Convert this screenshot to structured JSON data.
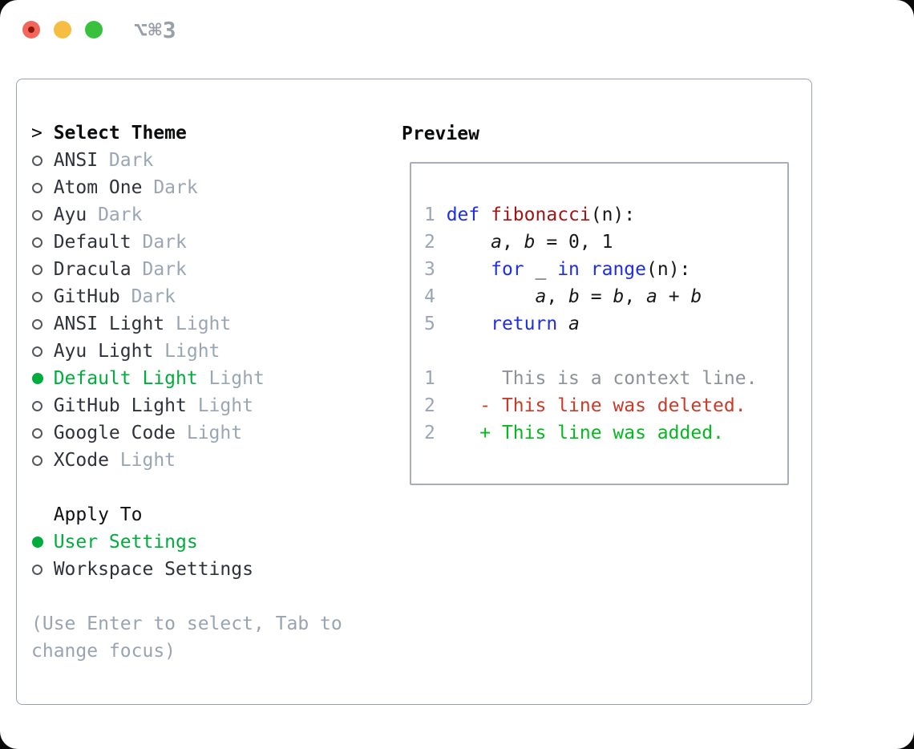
{
  "window": {
    "title": "⌥⌘3"
  },
  "titlebar": {
    "buttons": [
      "close",
      "minimize",
      "zoom"
    ]
  },
  "theme_menu": {
    "prompt": ">",
    "heading": "Select Theme",
    "items": [
      {
        "name": "ANSI",
        "variant": "Dark",
        "selected": false
      },
      {
        "name": "Atom One",
        "variant": "Dark",
        "selected": false
      },
      {
        "name": "Ayu",
        "variant": "Dark",
        "selected": false
      },
      {
        "name": "Default",
        "variant": "Dark",
        "selected": false
      },
      {
        "name": "Dracula",
        "variant": "Dark",
        "selected": false
      },
      {
        "name": "GitHub",
        "variant": "Dark",
        "selected": false
      },
      {
        "name": "ANSI Light",
        "variant": "Light",
        "selected": false
      },
      {
        "name": "Ayu Light",
        "variant": "Light",
        "selected": false
      },
      {
        "name": "Default Light",
        "variant": "Light",
        "selected": true
      },
      {
        "name": "GitHub Light",
        "variant": "Light",
        "selected": false
      },
      {
        "name": "Google Code",
        "variant": "Light",
        "selected": false
      },
      {
        "name": "XCode",
        "variant": "Light",
        "selected": false
      }
    ]
  },
  "apply_to": {
    "heading": "Apply To",
    "options": [
      {
        "label": "User Settings",
        "selected": true
      },
      {
        "label": "Workspace Settings",
        "selected": false
      }
    ]
  },
  "hint": {
    "lines": [
      "(Use Enter to select, Tab to",
      "change focus)"
    ]
  },
  "preview": {
    "heading": "Preview",
    "lines": [
      [
        {
          "t": "1 ",
          "s": "ln"
        },
        {
          "t": "def",
          "s": "kw"
        },
        {
          "t": " ",
          "s": "pln"
        },
        {
          "t": "fibonacci",
          "s": "fn"
        },
        {
          "t": "(n):",
          "s": "pln"
        }
      ],
      [
        {
          "t": "2 ",
          "s": "ln"
        },
        {
          "t": "    ",
          "s": "pln"
        },
        {
          "t": "a",
          "s": "var"
        },
        {
          "t": ", ",
          "s": "pln"
        },
        {
          "t": "b",
          "s": "var"
        },
        {
          "t": " = 0, 1",
          "s": "pln"
        }
      ],
      [
        {
          "t": "3 ",
          "s": "ln"
        },
        {
          "t": "    ",
          "s": "pln"
        },
        {
          "t": "for",
          "s": "kw"
        },
        {
          "t": " _ ",
          "s": "pln"
        },
        {
          "t": "in",
          "s": "kw"
        },
        {
          "t": " ",
          "s": "pln"
        },
        {
          "t": "range",
          "s": "kw"
        },
        {
          "t": "(n):",
          "s": "pln"
        }
      ],
      [
        {
          "t": "4 ",
          "s": "ln"
        },
        {
          "t": "        ",
          "s": "pln"
        },
        {
          "t": "a",
          "s": "var"
        },
        {
          "t": ", ",
          "s": "pln"
        },
        {
          "t": "b",
          "s": "var"
        },
        {
          "t": " = ",
          "s": "pln"
        },
        {
          "t": "b",
          "s": "var"
        },
        {
          "t": ", ",
          "s": "pln"
        },
        {
          "t": "a",
          "s": "var"
        },
        {
          "t": " + ",
          "s": "pln"
        },
        {
          "t": "b",
          "s": "var"
        }
      ],
      [
        {
          "t": "5 ",
          "s": "ln"
        },
        {
          "t": "    ",
          "s": "pln"
        },
        {
          "t": "return",
          "s": "kw"
        },
        {
          "t": " ",
          "s": "pln"
        },
        {
          "t": "a",
          "s": "var"
        }
      ],
      [],
      [
        {
          "t": "1",
          "s": "ln"
        },
        {
          "t": "      This is a context line.",
          "s": "ctx"
        }
      ],
      [
        {
          "t": "2",
          "s": "ln"
        },
        {
          "t": "    ",
          "s": "pln"
        },
        {
          "t": "- This line was deleted.",
          "s": "del"
        }
      ],
      [
        {
          "t": "2",
          "s": "ln"
        },
        {
          "t": "    ",
          "s": "pln"
        },
        {
          "t": "+ This line was added.",
          "s": "add"
        }
      ]
    ]
  },
  "colors": {
    "accent_green": "#00ac3c",
    "diff_add_green": "#04b91e",
    "diff_del_red": "#c93a28",
    "keyword_blue": "#1d2ee6",
    "function_red": "#a31515",
    "context_gray": "#8d9299",
    "line_number_gray": "#9aa5b8",
    "dim_gray": "#9aa6b4",
    "text_dark": "#2e323a",
    "heading_black": "#0b0c0d",
    "hint_gray": "#99a4b2",
    "panel_border": "#98a1ad",
    "preview_border": "#a6aeba",
    "circle_gray": "#53575f",
    "title_gray": "#999fa8",
    "code_text": "#17181a",
    "traffic_red": "#f2665c",
    "traffic_red_dot": "#8c150c",
    "traffic_yellow": "#f7bd40",
    "traffic_green": "#39c13e"
  }
}
